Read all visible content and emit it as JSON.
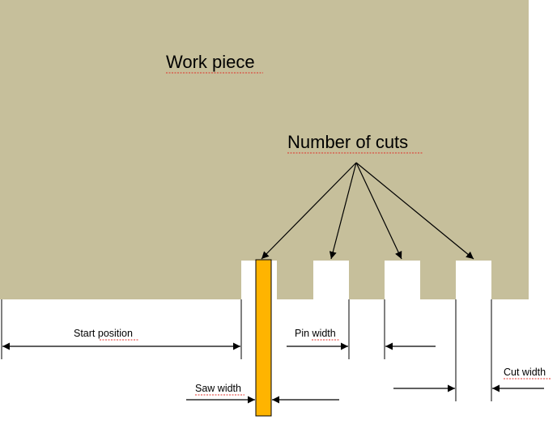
{
  "diagram": {
    "work_piece_label": "Work piece",
    "number_of_cuts_label": "Number of cuts",
    "start_position_label": "Start position",
    "pin_width_label": "Pin width",
    "saw_width_label": "Saw width",
    "cut_width_label": "Cut width",
    "colors": {
      "work_piece": "#c6bf9b",
      "saw_blade": "#ffb400",
      "background": "#ffffff",
      "line": "#000000"
    }
  }
}
